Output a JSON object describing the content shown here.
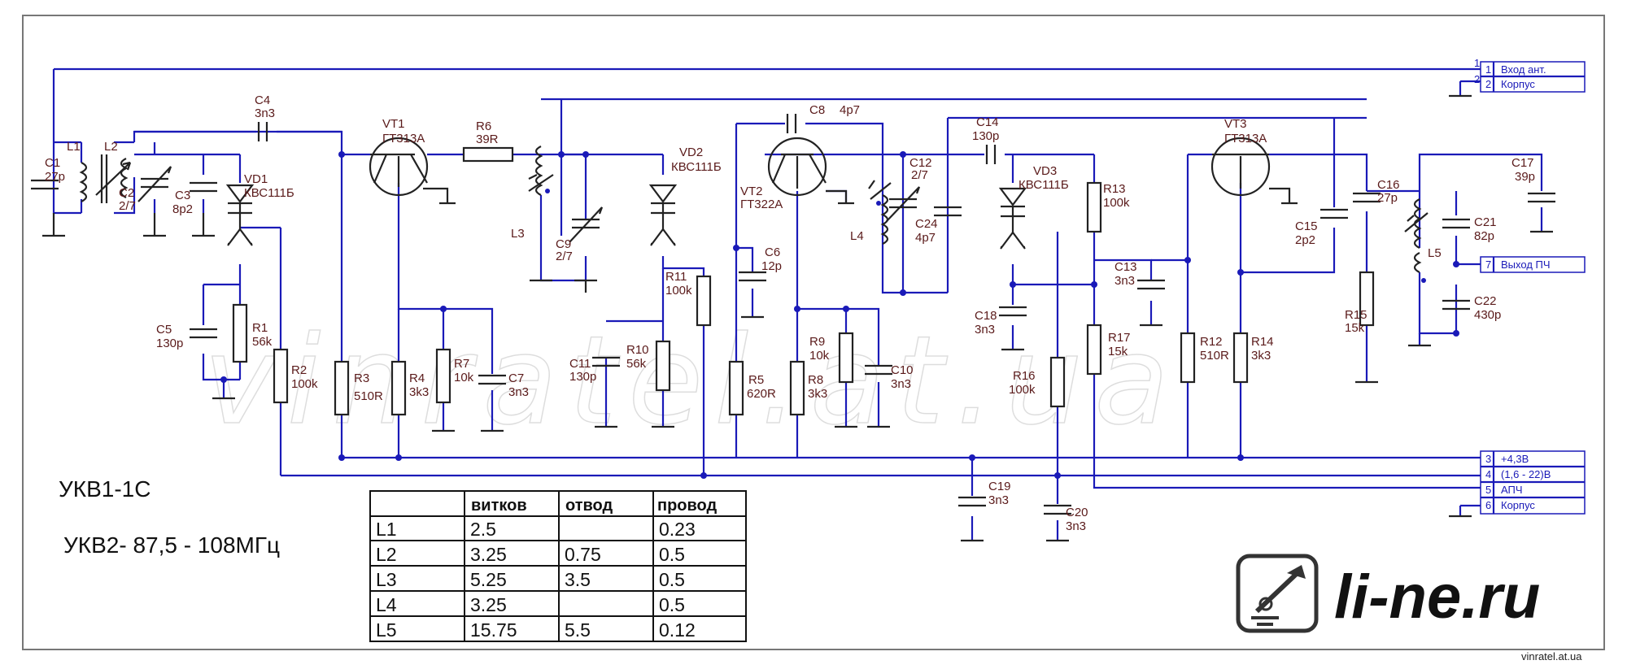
{
  "title": "УКВ1-1С",
  "subtitle": "УКВ2- 87,5 - 108МГц",
  "watermark": "vinratel.at.ua",
  "footer_site": "vinratel.at.ua",
  "logo": {
    "text": "li-ne.ru",
    "icon": "soldering-iron-icon"
  },
  "colors": {
    "wire": "#1a1ab8",
    "part": "#222222",
    "label": "#5a1a1a",
    "frame": "#777777"
  },
  "components": {
    "c1": {
      "ref": "C1",
      "value": "27p"
    },
    "l1": {
      "ref": "L1"
    },
    "l2": {
      "ref": "L2"
    },
    "c2": {
      "ref": "C2",
      "value": "2/7"
    },
    "c3": {
      "ref": "C3",
      "value": "8p2"
    },
    "c4": {
      "ref": "C4",
      "value": "3n3"
    },
    "vd1": {
      "ref": "VD1",
      "value": "КВС111Б"
    },
    "c5": {
      "ref": "C5",
      "value": "130p"
    },
    "r1": {
      "ref": "R1",
      "value": "56k"
    },
    "r2": {
      "ref": "R2",
      "value": "100k"
    },
    "r3": {
      "ref": "R3",
      "value": "510R"
    },
    "vt1": {
      "ref": "VT1",
      "value": "ГТ313А"
    },
    "r4": {
      "ref": "R4",
      "value": "3k3"
    },
    "r7": {
      "ref": "R7",
      "value": "10k"
    },
    "c7": {
      "ref": "C7",
      "value": "3n3"
    },
    "r6": {
      "ref": "R6",
      "value": "39R"
    },
    "l3": {
      "ref": "L3"
    },
    "c9": {
      "ref": "C9",
      "value": "2/7"
    },
    "vd2": {
      "ref": "VD2",
      "value": "КВС111Б"
    },
    "r11": {
      "ref": "R11",
      "value": "100k"
    },
    "c11": {
      "ref": "C11",
      "value": "130p"
    },
    "r10": {
      "ref": "R10",
      "value": "56k"
    },
    "c8": {
      "ref": "C8",
      "value": "4p7"
    },
    "vt2": {
      "ref": "VT2",
      "value": "ГТ322А"
    },
    "c6": {
      "ref": "C6",
      "value": "12p"
    },
    "r5": {
      "ref": "R5",
      "value": "620R"
    },
    "r8": {
      "ref": "R8",
      "value": "3k3"
    },
    "r9": {
      "ref": "R9",
      "value": "10k"
    },
    "c10": {
      "ref": "C10",
      "value": "3n3"
    },
    "l4": {
      "ref": "L4"
    },
    "c12": {
      "ref": "C12",
      "value": "2/7"
    },
    "c24": {
      "ref": "C24",
      "value": "4p7"
    },
    "c14": {
      "ref": "C14",
      "value": "130p"
    },
    "vd3": {
      "ref": "VD3",
      "value": "КВС111Б"
    },
    "c18": {
      "ref": "C18",
      "value": "3n3"
    },
    "r16": {
      "ref": "R16",
      "value": "100k"
    },
    "r13": {
      "ref": "R13",
      "value": "100k"
    },
    "c13": {
      "ref": "C13",
      "value": "3n3"
    },
    "r17": {
      "ref": "R17",
      "value": "15k"
    },
    "c19": {
      "ref": "C19",
      "value": "3n3"
    },
    "c20": {
      "ref": "C20",
      "value": "3n3"
    },
    "vt3": {
      "ref": "VT3",
      "value": "ГТ313А"
    },
    "r12": {
      "ref": "R12",
      "value": "510R"
    },
    "r14": {
      "ref": "R14",
      "value": "3k3"
    },
    "c15": {
      "ref": "C15",
      "value": "2p2"
    },
    "c16": {
      "ref": "C16",
      "value": "27p"
    },
    "r15": {
      "ref": "R15",
      "value": "15k"
    },
    "l5": {
      "ref": "L5"
    },
    "c17": {
      "ref": "C17",
      "value": "39p"
    },
    "c21": {
      "ref": "C21",
      "value": "82p"
    },
    "c22": {
      "ref": "C22",
      "value": "430p"
    }
  },
  "terminals": [
    {
      "num": "1",
      "label": "Вход ант."
    },
    {
      "num": "2",
      "label": "Корпус"
    },
    {
      "num": "7",
      "label": "Выход ПЧ"
    },
    {
      "num": "3",
      "label": "+4,3В"
    },
    {
      "num": "4",
      "label": "(1,6 - 22)В"
    },
    {
      "num": "5",
      "label": "АПЧ"
    },
    {
      "num": "6",
      "label": "Корпус"
    }
  ],
  "coil_table": {
    "headers": [
      "",
      "витков",
      "отвод",
      "провод"
    ],
    "rows": [
      [
        "L1",
        "2.5",
        "",
        "0.23"
      ],
      [
        "L2",
        "3.25",
        "0.75",
        "0.5"
      ],
      [
        "L3",
        "5.25",
        "3.5",
        "0.5"
      ],
      [
        "L4",
        "3.25",
        "",
        "0.5"
      ],
      [
        "L5",
        "15.75",
        "5.5",
        "0.12"
      ]
    ]
  }
}
